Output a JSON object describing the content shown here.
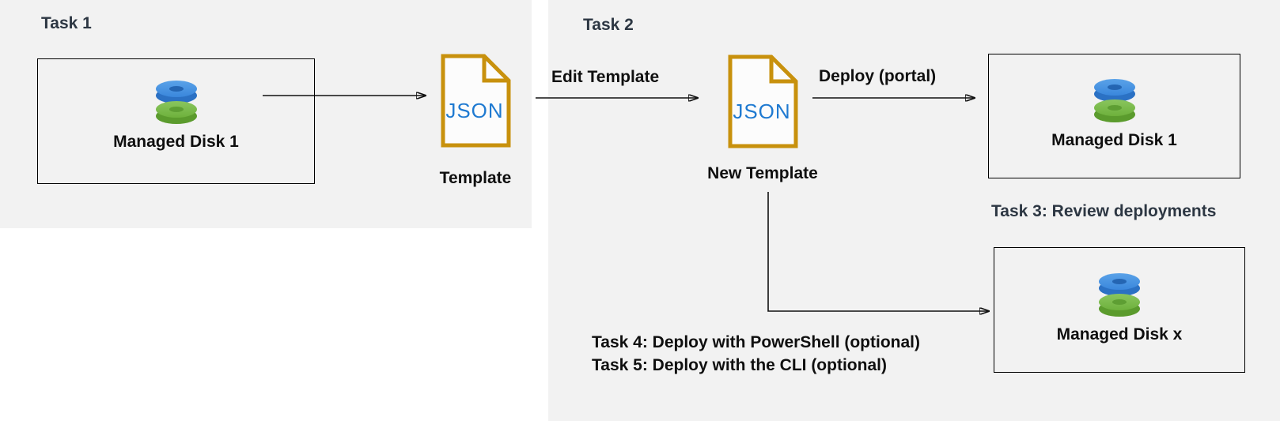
{
  "colors": {
    "panel_bg": "#f2f2f2",
    "heading_text": "#2d3743",
    "label_text": "#0f0f0f",
    "arrow": "#111111",
    "box_border": "#000000",
    "json_doc_outline": "#c8910d",
    "json_text_blue": "#1f7ad1",
    "disk_blue": "#3a87dc",
    "disk_green": "#6eb13c"
  },
  "icons": {
    "disk": "managed-disk-icon",
    "json_file": "json-file-icon"
  },
  "task1": {
    "heading": "Task 1",
    "source_box_label": "Managed Disk 1",
    "json_file_text": "JSON",
    "json_caption": "Template"
  },
  "task2": {
    "heading": "Task 2",
    "edit_arrow_label": "Edit Template",
    "json_file_text": "JSON",
    "json_caption": "New Template",
    "deploy_arrow_label": "Deploy (portal)",
    "deployed_box_label": "Managed Disk 1"
  },
  "task3": {
    "heading": "Task 3: Review deployments",
    "deployed_box_label": "Managed Disk x"
  },
  "optional_tasks": {
    "line1": "Task 4: Deploy with PowerShell (optional)",
    "line2": "Task 5: Deploy with the CLI (optional)"
  }
}
